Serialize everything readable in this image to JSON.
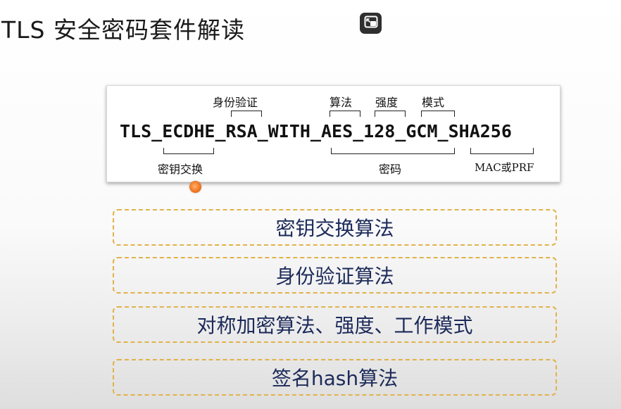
{
  "title": "TLS 安全密码套件解读",
  "toolbar": {
    "restore_icon": "restore-window-icon"
  },
  "diagram": {
    "cipher_string": "TLS_ECDHE_RSA_WITH_AES_128_GCM_SHA256",
    "labels": {
      "authentication": "身份验证",
      "algorithm": "算法",
      "strength": "强度",
      "mode": "模式",
      "key_exchange": "密钥交换",
      "cipher": "密码",
      "mac_prf": "MAC或PRF"
    }
  },
  "categories": [
    "密钥交换算法",
    "身份验证算法",
    "对称加密算法、强度、工作模式",
    "签名hash算法"
  ],
  "colors": {
    "box_border": "#e2b24a",
    "box_text": "#1c2a5a",
    "cursor": "#f07820"
  }
}
